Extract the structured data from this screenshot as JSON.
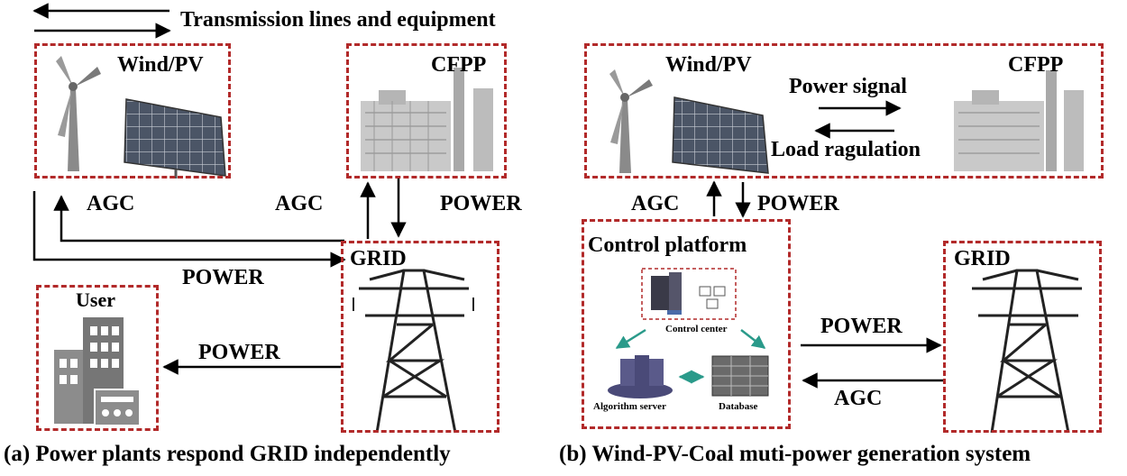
{
  "legend": {
    "text": "Transmission lines and equipment"
  },
  "panel_a": {
    "wind_pv": "Wind/PV",
    "cfpp": "CFPP",
    "agc_left": "AGC",
    "agc_mid": "AGC",
    "power_cfpp": "POWER",
    "power_windpv": "POWER",
    "grid": "GRID",
    "user": "User",
    "power_user": "POWER",
    "caption": "(a) Power plants respond GRID independently"
  },
  "panel_b": {
    "wind_pv": "Wind/PV",
    "cfpp": "CFPP",
    "power_signal": "Power signal",
    "load_regulation": "Load ragulation",
    "agc_up": "AGC",
    "power_down": "POWER",
    "control_platform": "Control platform",
    "control_center": "Control center",
    "algorithm_server": "Algorithm server",
    "database": "Database",
    "power_grid": "POWER",
    "agc_back": "AGC",
    "grid": "GRID",
    "caption": "(b) Wind-PV-Coal muti-power generation system"
  },
  "colors": {
    "dash_border": "#b22a2a",
    "teal_arrow": "#2a9a8a",
    "server_purple": "#4a4a78"
  }
}
